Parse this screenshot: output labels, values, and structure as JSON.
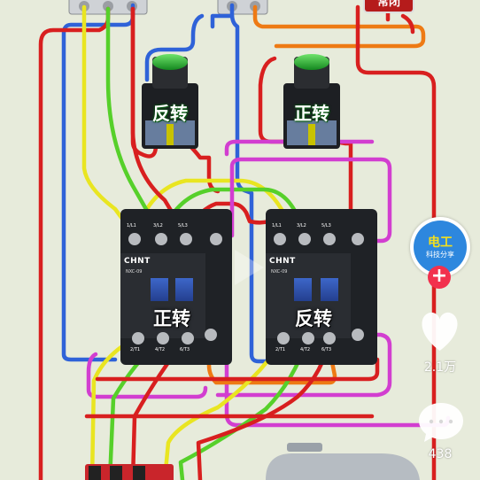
{
  "video": {
    "buttons": {
      "reverse_label": "反转",
      "forward_label": "正转",
      "stop_label": "常闭"
    },
    "contactors": {
      "left": {
        "brand": "CHNT",
        "model": "NXC-09",
        "label": "正转",
        "terms_top": [
          "1/L1",
          "3/L2",
          "5/L3"
        ],
        "terms_bottom": [
          "2/T1",
          "4/T2",
          "6/T3"
        ]
      },
      "right": {
        "brand": "CHNT",
        "model": "NXC-09",
        "label": "反转",
        "terms_top": [
          "1/L1",
          "3/L2",
          "5/L3"
        ],
        "terms_bottom": [
          "2/T1",
          "4/T2",
          "6/T3"
        ]
      }
    }
  },
  "sidebar": {
    "avatar": {
      "line1": "电工",
      "line2": "科技分享"
    },
    "follow_label": "+",
    "like_count": "2.1万",
    "comment_count": "438"
  },
  "colors": {
    "wire_yellow": "#e9e521",
    "wire_green": "#56d02a",
    "wire_red": "#d81f1f",
    "wire_blue": "#2f62d8",
    "wire_magenta": "#d23ed0",
    "wire_orange": "#ee7a14",
    "contactor_body": "#202226",
    "button_green": "#1e9e38"
  },
  "icons": [
    "heart-icon",
    "comment-icon",
    "play-icon"
  ]
}
